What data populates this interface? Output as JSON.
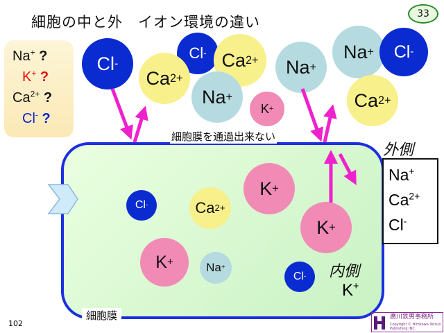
{
  "title": "細胞の中と外　イオン環境の違い",
  "slide_number": "33",
  "page_number": "102",
  "question_box": [
    {
      "ion": "Na",
      "charge": "+",
      "q": "?",
      "color": "#111111"
    },
    {
      "ion": "K",
      "charge": "+",
      "q": "?",
      "color": "#e01010"
    },
    {
      "ion": "Ca",
      "charge": "2+",
      "q": "?",
      "color": "#111111"
    },
    {
      "ion": "Cl",
      "charge": "-",
      "q": "?",
      "color": "#1020d0"
    }
  ],
  "membrane_note": "細胞膜を通過出来ない",
  "membrane_label": "細胞膜",
  "outside_label": "外側",
  "outside_ions": [
    {
      "ion": "Na",
      "charge": "+"
    },
    {
      "ion": "Ca",
      "charge": "2+"
    },
    {
      "ion": "Cl",
      "charge": "-"
    }
  ],
  "inside_label": "内側",
  "inside_ion": {
    "ion": "K",
    "charge": "+"
  },
  "ions_outside": [
    {
      "ion": "Cl",
      "charge": "-",
      "type": "cl"
    },
    {
      "ion": "Cl",
      "charge": "-",
      "type": "cl"
    },
    {
      "ion": "Ca",
      "charge": "2+",
      "type": "ca"
    },
    {
      "ion": "Ca",
      "charge": "2+",
      "type": "ca"
    },
    {
      "ion": "Na",
      "charge": "+",
      "type": "na"
    },
    {
      "ion": "K",
      "charge": "+",
      "type": "k"
    },
    {
      "ion": "Na",
      "charge": "+",
      "type": "na"
    },
    {
      "ion": "Na",
      "charge": "+",
      "type": "na"
    },
    {
      "ion": "Cl",
      "charge": "-",
      "type": "cl"
    },
    {
      "ion": "Ca",
      "charge": "2+",
      "type": "ca"
    }
  ],
  "ions_inside": [
    {
      "ion": "Cl",
      "charge": "-",
      "type": "cl"
    },
    {
      "ion": "Ca",
      "charge": "2+",
      "type": "ca"
    },
    {
      "ion": "K",
      "charge": "+",
      "type": "k"
    },
    {
      "ion": "K",
      "charge": "+",
      "type": "k"
    },
    {
      "ion": "K",
      "charge": "+",
      "type": "k"
    },
    {
      "ion": "Na",
      "charge": "+",
      "type": "na"
    },
    {
      "ion": "Cl",
      "charge": "-",
      "type": "cl"
    }
  ],
  "logo": {
    "name": "廣川鉄男事務所",
    "copyright": "Copyright © Hirokawa Tetsuo Publishing INC.",
    "mark": "HP"
  },
  "colors": {
    "membrane": "#1a2fe0",
    "arrow": "#ee22cc",
    "cl": "#0a2bd0",
    "ca": "#f8f08a",
    "na": "#b5dbe0",
    "k": "#f28ab6"
  }
}
